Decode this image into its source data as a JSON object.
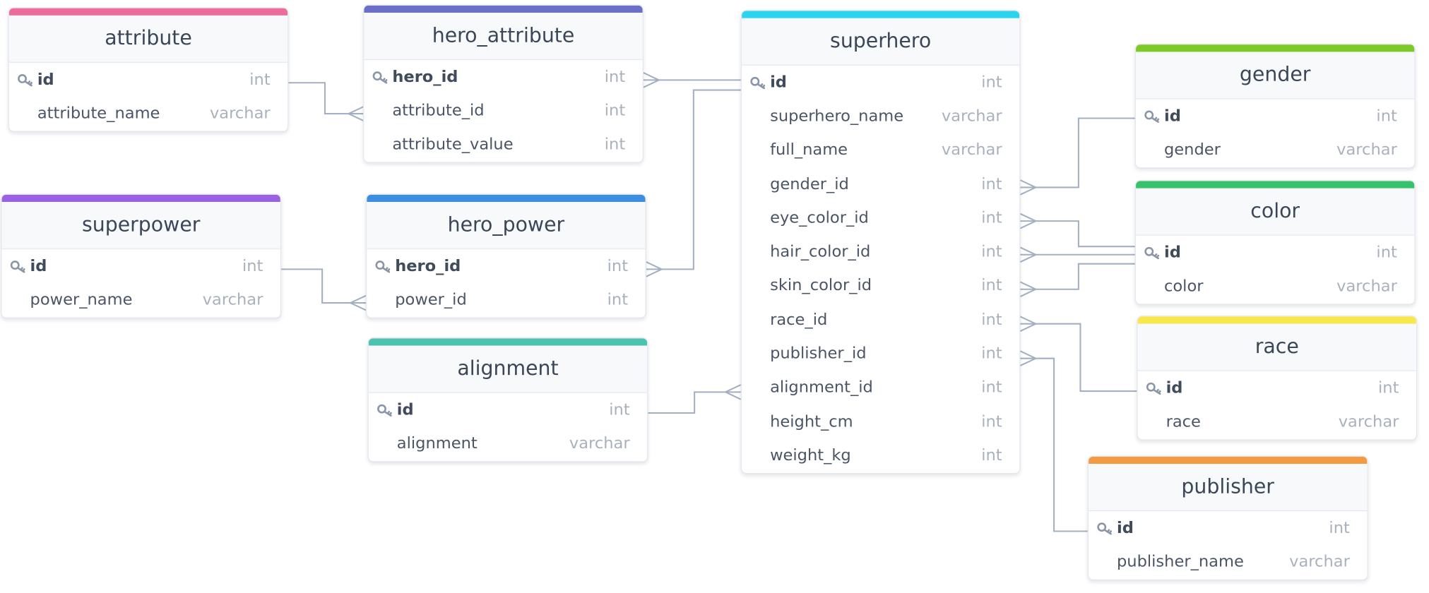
{
  "colors": {
    "line": "#a3b0c2",
    "attribute": "#ec6c9b",
    "hero_attribute": "#6a70c8",
    "superhero": "#2ad4ee",
    "gender": "#7ec828",
    "color": "#36c26a",
    "race": "#f8e84a",
    "publisher": "#f49a42",
    "superpower": "#9a62e0",
    "hero_power": "#3b8ee0",
    "alignment": "#4cc2b0"
  },
  "icons": {
    "primary_key": "key-icon"
  },
  "tables": [
    {
      "id": "attribute",
      "name": "attribute",
      "columns": [
        {
          "name": "id",
          "type": "int",
          "pk": true
        },
        {
          "name": "attribute_name",
          "type": "varchar",
          "pk": false
        }
      ]
    },
    {
      "id": "hero_attribute",
      "name": "hero_attribute",
      "columns": [
        {
          "name": "hero_id",
          "type": "int",
          "pk": true
        },
        {
          "name": "attribute_id",
          "type": "int",
          "pk": false
        },
        {
          "name": "attribute_value",
          "type": "int",
          "pk": false
        }
      ]
    },
    {
      "id": "superhero",
      "name": "superhero",
      "columns": [
        {
          "name": "id",
          "type": "int",
          "pk": true
        },
        {
          "name": "superhero_name",
          "type": "varchar",
          "pk": false
        },
        {
          "name": "full_name",
          "type": "varchar",
          "pk": false
        },
        {
          "name": "gender_id",
          "type": "int",
          "pk": false
        },
        {
          "name": "eye_color_id",
          "type": "int",
          "pk": false
        },
        {
          "name": "hair_color_id",
          "type": "int",
          "pk": false
        },
        {
          "name": "skin_color_id",
          "type": "int",
          "pk": false
        },
        {
          "name": "race_id",
          "type": "int",
          "pk": false
        },
        {
          "name": "publisher_id",
          "type": "int",
          "pk": false
        },
        {
          "name": "alignment_id",
          "type": "int",
          "pk": false
        },
        {
          "name": "height_cm",
          "type": "int",
          "pk": false
        },
        {
          "name": "weight_kg",
          "type": "int",
          "pk": false
        }
      ]
    },
    {
      "id": "gender",
      "name": "gender",
      "columns": [
        {
          "name": "id",
          "type": "int",
          "pk": true
        },
        {
          "name": "gender",
          "type": "varchar",
          "pk": false
        }
      ]
    },
    {
      "id": "color",
      "name": "color",
      "columns": [
        {
          "name": "id",
          "type": "int",
          "pk": true
        },
        {
          "name": "color",
          "type": "varchar",
          "pk": false
        }
      ]
    },
    {
      "id": "race",
      "name": "race",
      "columns": [
        {
          "name": "id",
          "type": "int",
          "pk": true
        },
        {
          "name": "race",
          "type": "varchar",
          "pk": false
        }
      ]
    },
    {
      "id": "publisher",
      "name": "publisher",
      "columns": [
        {
          "name": "id",
          "type": "int",
          "pk": true
        },
        {
          "name": "publisher_name",
          "type": "varchar",
          "pk": false
        }
      ]
    },
    {
      "id": "superpower",
      "name": "superpower",
      "columns": [
        {
          "name": "id",
          "type": "int",
          "pk": true
        },
        {
          "name": "power_name",
          "type": "varchar",
          "pk": false
        }
      ]
    },
    {
      "id": "hero_power",
      "name": "hero_power",
      "columns": [
        {
          "name": "hero_id",
          "type": "int",
          "pk": true
        },
        {
          "name": "power_id",
          "type": "int",
          "pk": false
        }
      ]
    },
    {
      "id": "alignment",
      "name": "alignment",
      "columns": [
        {
          "name": "id",
          "type": "int",
          "pk": true
        },
        {
          "name": "alignment",
          "type": "varchar",
          "pk": false
        }
      ]
    }
  ],
  "relationships": [
    {
      "from": "attribute.id",
      "to": "hero_attribute.attribute_id"
    },
    {
      "from": "superhero.id",
      "to": "hero_attribute.hero_id"
    },
    {
      "from": "superhero.id",
      "to": "hero_power.hero_id"
    },
    {
      "from": "superpower.id",
      "to": "hero_power.power_id"
    },
    {
      "from": "alignment.id",
      "to": "superhero.alignment_id"
    },
    {
      "from": "gender.id",
      "to": "superhero.gender_id"
    },
    {
      "from": "color.id",
      "to": "superhero.eye_color_id"
    },
    {
      "from": "color.id",
      "to": "superhero.hair_color_id"
    },
    {
      "from": "color.id",
      "to": "superhero.skin_color_id"
    },
    {
      "from": "race.id",
      "to": "superhero.race_id"
    },
    {
      "from": "publisher.id",
      "to": "superhero.publisher_id"
    }
  ]
}
